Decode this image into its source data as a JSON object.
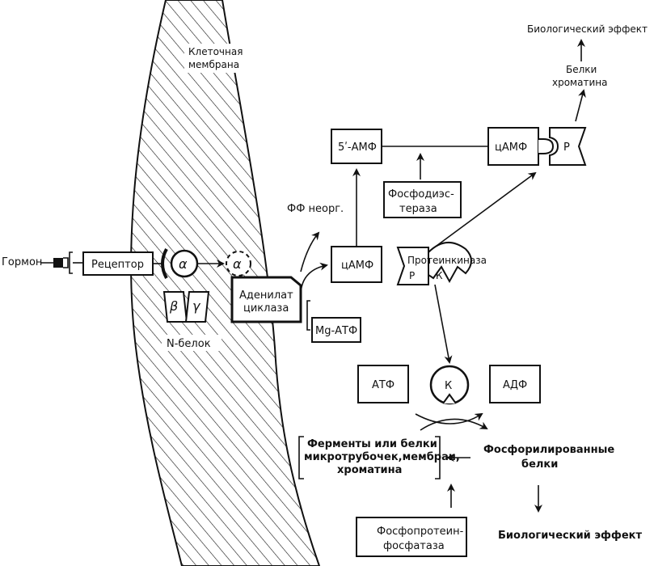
{
  "labels": {
    "hormone": "Гормон",
    "receptor": "Рецептор",
    "alpha": "α",
    "alpha_free": "α",
    "beta": "β",
    "gamma": "γ",
    "n_protein": "N-белок",
    "membrane_line1": "Клеточная",
    "membrane_line2": "мембрана",
    "adenylate_line1": "Аденилат",
    "adenylate_line2": "циклаза",
    "mg_atp": "Mg-АТФ",
    "ff_inorg": "ФФ неорг.",
    "camp_low": "цАМФ",
    "amp5": "5ʹ-АМФ",
    "pde_line1": "Фосфодиэс-",
    "pde_line2": "тераза",
    "camp_top": "цАМФ",
    "r_top": "Р",
    "protein_kinase": "Протеинкиназа",
    "pk_r": "Р",
    "pk_k": "К",
    "bio_effect_top": "Биологический эффект",
    "chromatin_line1": "Белки",
    "chromatin_line2": "хроматина",
    "atp": "АТФ",
    "k": "К",
    "adp": "АДФ",
    "enzymes_line1": "Ферменты или белки",
    "enzymes_line2": "микротрубочек,мембран,",
    "enzymes_line3": "хроматина",
    "phosphorylated_line1": "Фосфорилированные",
    "phosphorylated_line2": "белки",
    "phosphatase_line1": "Фосфопротеин-",
    "phosphatase_line2": "фосфатаза",
    "bio_effect_bottom": "Биологический эффект"
  },
  "icons": [
    "hatch-membrane",
    "receptor-socket",
    "dashed-alpha-circle",
    "kinase-notch"
  ]
}
